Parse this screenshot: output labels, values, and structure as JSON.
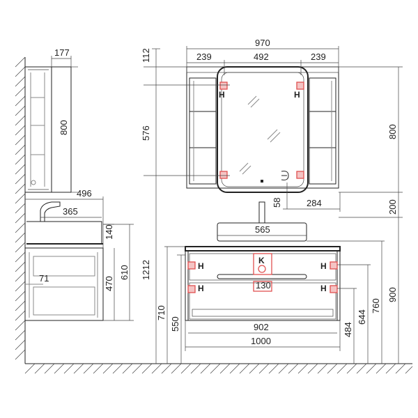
{
  "mirror_cabinet": {
    "width": "970",
    "left_shelf": "239",
    "mirror_width": "492",
    "right_shelf": "239",
    "top_gap": "112",
    "inner_height": "576",
    "total_height": "800",
    "depth": "177",
    "side_height": "800"
  },
  "vanity": {
    "depth": "496",
    "basin_depth": "365",
    "basin_height": "140",
    "drawer_front_height": "470",
    "body_height": "610",
    "drawer_offset": "71",
    "basin_width": "565",
    "faucet_height": "58",
    "socket_offset": "284",
    "gap_to_mirror": "200",
    "outlet_width": "130",
    "inner_width": "902",
    "total_width": "1000",
    "floor_to_mirror_bottom": "1212",
    "floor_to_top": "900",
    "floor_to_basin": "760",
    "floor_to_upper_conn": "644",
    "floor_to_lower_conn": "484",
    "floor_to_cabinet_top": "710",
    "floor_to_cabinet_bottom": "550"
  },
  "labels": {
    "hot_water": "H",
    "sewer": "K",
    "outlet_symbol": "O"
  },
  "colors": {
    "line": "#222222",
    "connection_marker": "#e05050"
  }
}
